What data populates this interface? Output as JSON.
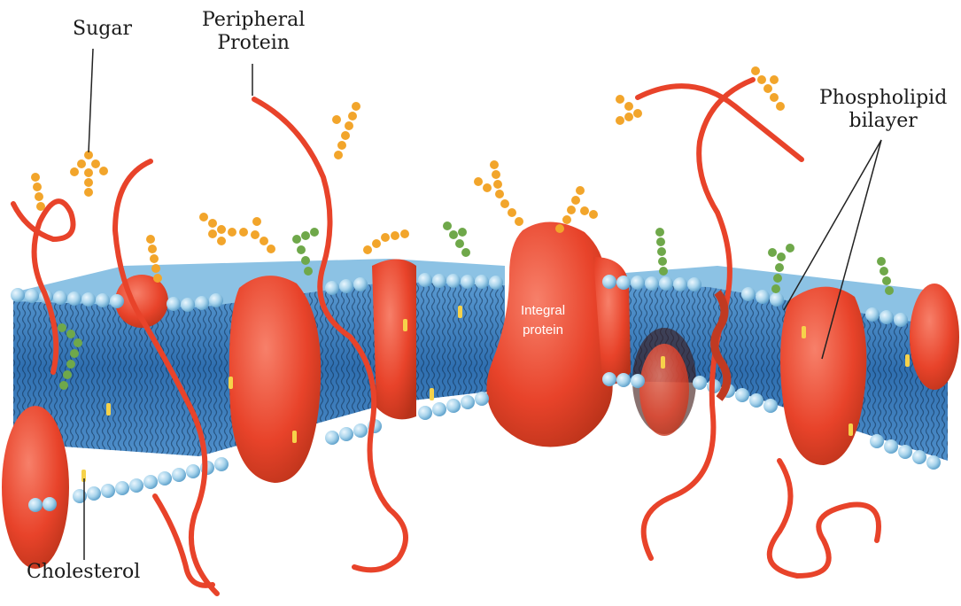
{
  "labels": {
    "sugar": "Sugar",
    "peripheral_line1": "Peripheral",
    "peripheral_line2": "Protein",
    "phospholipid_line1": "Phospholipid",
    "phospholipid_line2": "bilayer",
    "cholesterol": "Cholesterol",
    "integral_line1": "Integral",
    "integral_line2": "protein"
  },
  "colors": {
    "protein": "#e8432a",
    "protein_dark": "#b83219",
    "lipid_head": "#a8d4ec",
    "lipid_head_shade": "#5a9ec9",
    "bilayer_core": "#2f6fb0",
    "sugar_orange": "#f2a52b",
    "sugar_green": "#6fa84a",
    "cholesterol": "#f6d24a",
    "leader_line": "#222222"
  },
  "icons": [
    "sugar-chain-icon",
    "protein-strand-icon",
    "phospholipid-head-icon",
    "cholesterol-icon"
  ]
}
